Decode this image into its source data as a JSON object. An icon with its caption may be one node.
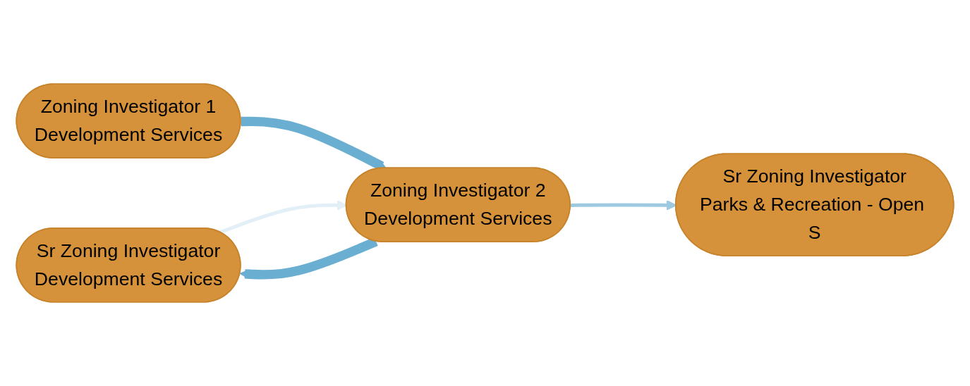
{
  "diagram": {
    "nodes": [
      {
        "text": [
          "Sr Zoning Investigator",
          "Development Services"
        ]
      },
      {
        "text": [
          "Zoning Investigator 2",
          "Development Services"
        ]
      },
      {
        "text": [
          "Sr Zoning Investigator",
          "Parks & Recreation - Open S"
        ]
      },
      {
        "text": [
          "Zoning Investigator 1",
          "Development Services"
        ]
      }
    ],
    "edges": [
      {
        "from": 3,
        "to": 1,
        "arrow": "to",
        "style": "thick"
      },
      {
        "from": 1,
        "to": 0,
        "arrow": "to",
        "style": "thick"
      },
      {
        "from": 0,
        "to": 1,
        "arrow": "to",
        "color": "#e3eff7"
      },
      {
        "from": 1,
        "to": 2,
        "arrow": "to",
        "color": "#9ecae1"
      }
    ]
  }
}
